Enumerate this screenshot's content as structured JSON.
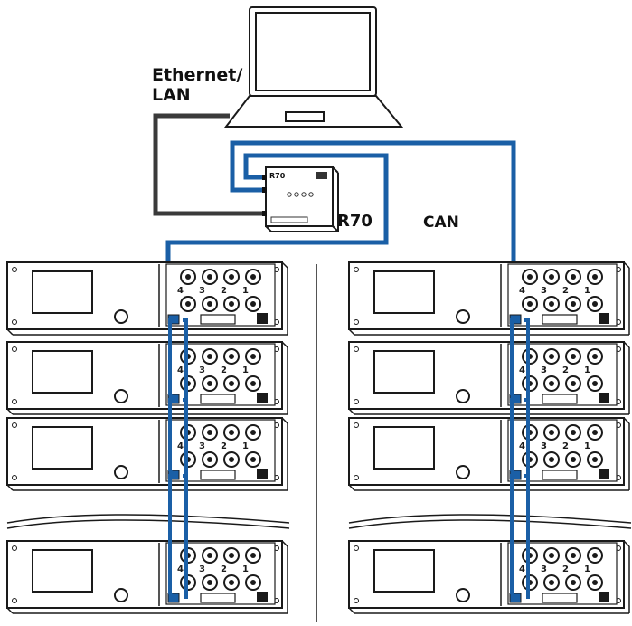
{
  "labels": {
    "ethernet_line1": "Ethernet/",
    "ethernet_line2": "LAN",
    "r70": "R70",
    "can": "CAN"
  },
  "interface_device": {
    "model": "R70"
  },
  "colors": {
    "can_cable": "#1a5fa6",
    "ethernet_cable": "#3a3a3a",
    "outline": "#1a1a1a"
  },
  "amplifier_columns": [
    {
      "name": "left",
      "units": 4
    },
    {
      "name": "right",
      "units": 4
    }
  ],
  "channel_numbers": [
    "4",
    "3",
    "2",
    "1"
  ]
}
